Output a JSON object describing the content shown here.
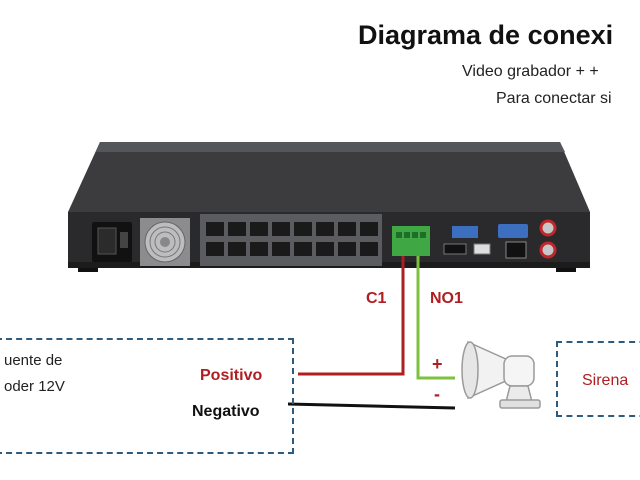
{
  "title": "Diagrama de conexi",
  "subtitle_line1": "Video grabador + +",
  "subtitle_line2": "Para conectar si",
  "power_box": {
    "line1": "uente de",
    "line2": "oder 12V"
  },
  "labels": {
    "c1": "C1",
    "no1": "NO1",
    "positive": "Positivo",
    "negative": "Negativo",
    "plus": "+",
    "minus": "-",
    "siren": "Sirena"
  },
  "colors": {
    "red_wire": "#b01e22",
    "green_wire": "#7cc142",
    "black_wire": "#111111",
    "box_border": "#2d5a7d",
    "nvr_body": "#3a3a3c",
    "terminal_green": "#3fa845"
  },
  "icons": [
    "nvr-device-icon",
    "siren-horn-icon",
    "power-socket-icon",
    "fan-icon"
  ]
}
